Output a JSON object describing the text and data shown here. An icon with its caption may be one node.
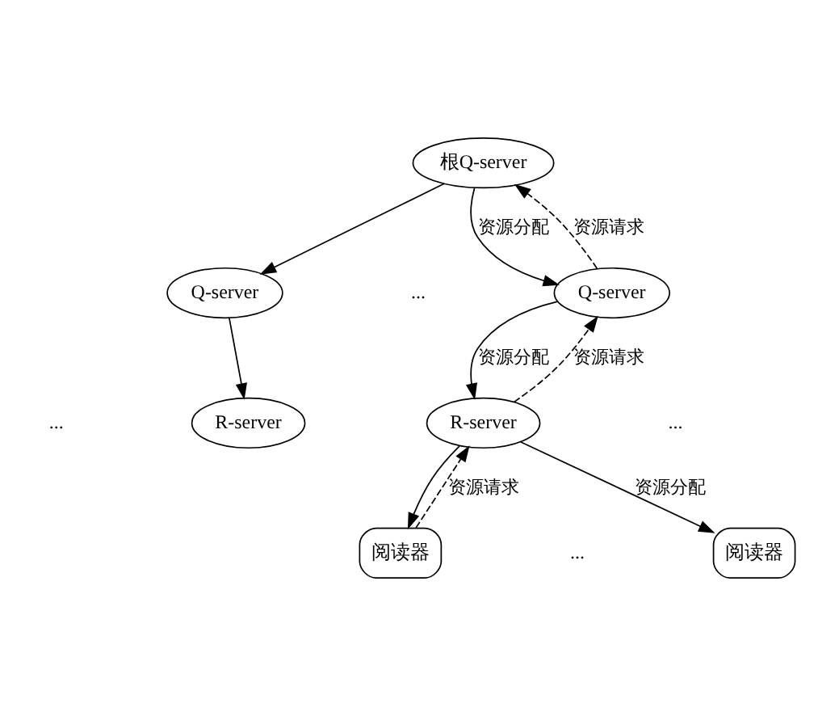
{
  "diagram": {
    "nodes": [
      {
        "text": [
          "根Q-server"
        ]
      },
      {
        "text": [
          "Q-server"
        ]
      },
      {
        "text": [
          "Q-server"
        ]
      },
      {
        "text": [
          "R-server"
        ]
      },
      {
        "text": [
          "R-server"
        ]
      },
      {
        "text": [
          "阅读器"
        ]
      },
      {
        "text": [
          "阅读器"
        ]
      }
    ],
    "edges": [
      {
        "from": 0,
        "to": 1,
        "arrow": "to"
      },
      {
        "from": 0,
        "to": 2,
        "arrow": "to",
        "label": "资源分配"
      },
      {
        "from": 2,
        "to": 0,
        "arrow": "to",
        "style": "dashed",
        "label": "资源请求"
      },
      {
        "from": 1,
        "to": 3,
        "arrow": "to"
      },
      {
        "from": 2,
        "to": 4,
        "arrow": "to",
        "label": "资源分配"
      },
      {
        "from": 4,
        "to": 2,
        "arrow": "to",
        "style": "dashed",
        "label": "资源请求"
      },
      {
        "from": 4,
        "to": 5,
        "arrow": "to"
      },
      {
        "from": 5,
        "to": 4,
        "arrow": "to",
        "style": "dashed",
        "label": "资源请求"
      },
      {
        "from": 4,
        "to": 6,
        "arrow": "to",
        "label": "资源分配"
      }
    ],
    "labels": [
      "...",
      "...",
      "...",
      "..."
    ]
  }
}
